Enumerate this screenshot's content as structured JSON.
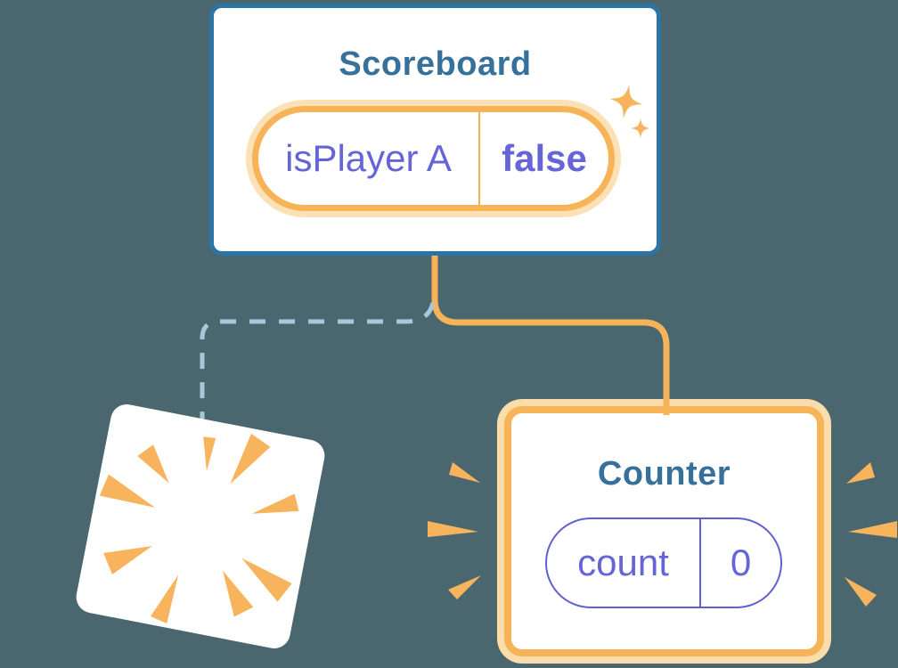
{
  "colors": {
    "background": "#4a666f",
    "card_background": "#ffffff",
    "card_border_blue": "#2b74a4",
    "title_text": "#36719c",
    "state_text": "#6565d8",
    "state_pill_border": "#6060d0",
    "highlight_orange": "#f6b357",
    "highlight_glow": "#fbdcab",
    "dashed_line": "#a9c7db"
  },
  "scoreboard": {
    "title": "Scoreboard",
    "state": {
      "label": "isPlayer A",
      "value": "false"
    }
  },
  "counter": {
    "title": "Counter",
    "state": {
      "label": "count",
      "value": "0"
    }
  },
  "decorations": {
    "sparkles": "sparkle-icon",
    "poof": "poof-burst-icon",
    "emphasis": "emphasis-burst-icon",
    "solid_connector": "parent-to-counter-connector",
    "dashed_connector": "parent-to-removed-component-connector"
  }
}
